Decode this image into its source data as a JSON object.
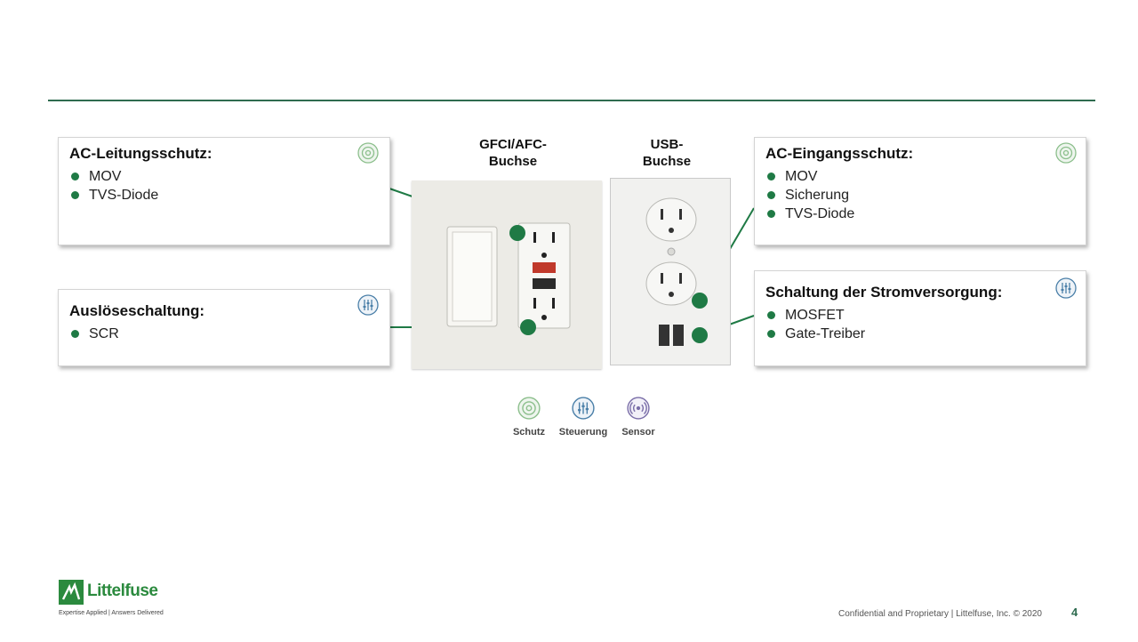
{
  "boxes": {
    "ac_line": {
      "title": "AC-Leitungsschutz:",
      "items": [
        "MOV",
        "TVS-Diode"
      ],
      "icon": "protection-icon"
    },
    "trigger": {
      "title": "Auslöseschaltung:",
      "items": [
        "SCR"
      ],
      "icon": "control-icon"
    },
    "ac_input": {
      "title": "AC-Eingangsschutz:",
      "items": [
        "MOV",
        "Sicherung",
        "TVS-Diode"
      ],
      "icon": "protection-icon"
    },
    "power": {
      "title": "Schaltung der Stromversorgung:",
      "items": [
        "MOSFET",
        "Gate-Treiber"
      ],
      "icon": "control-icon"
    }
  },
  "captions": {
    "gfci": "GFCI/AFC-\nBuchse",
    "usb": "USB-\nBuchse"
  },
  "legend": [
    {
      "label": "Schutz",
      "icon": "protection-icon"
    },
    {
      "label": "Steuerung",
      "icon": "control-icon"
    },
    {
      "label": "Sensor",
      "icon": "sensor-icon"
    }
  ],
  "footer": {
    "confidential": "Confidential and Proprietary | Littelfuse, Inc. © 2020",
    "page": "4",
    "brand": "Littelfuse",
    "tagline": "Expertise Applied | Answers Delivered"
  },
  "colors": {
    "accent": "#2e6b4f",
    "bullet": "#1f7a45",
    "brand": "#2b8a3e",
    "control": "#4a7fa8",
    "sensor": "#7a6ea8"
  }
}
